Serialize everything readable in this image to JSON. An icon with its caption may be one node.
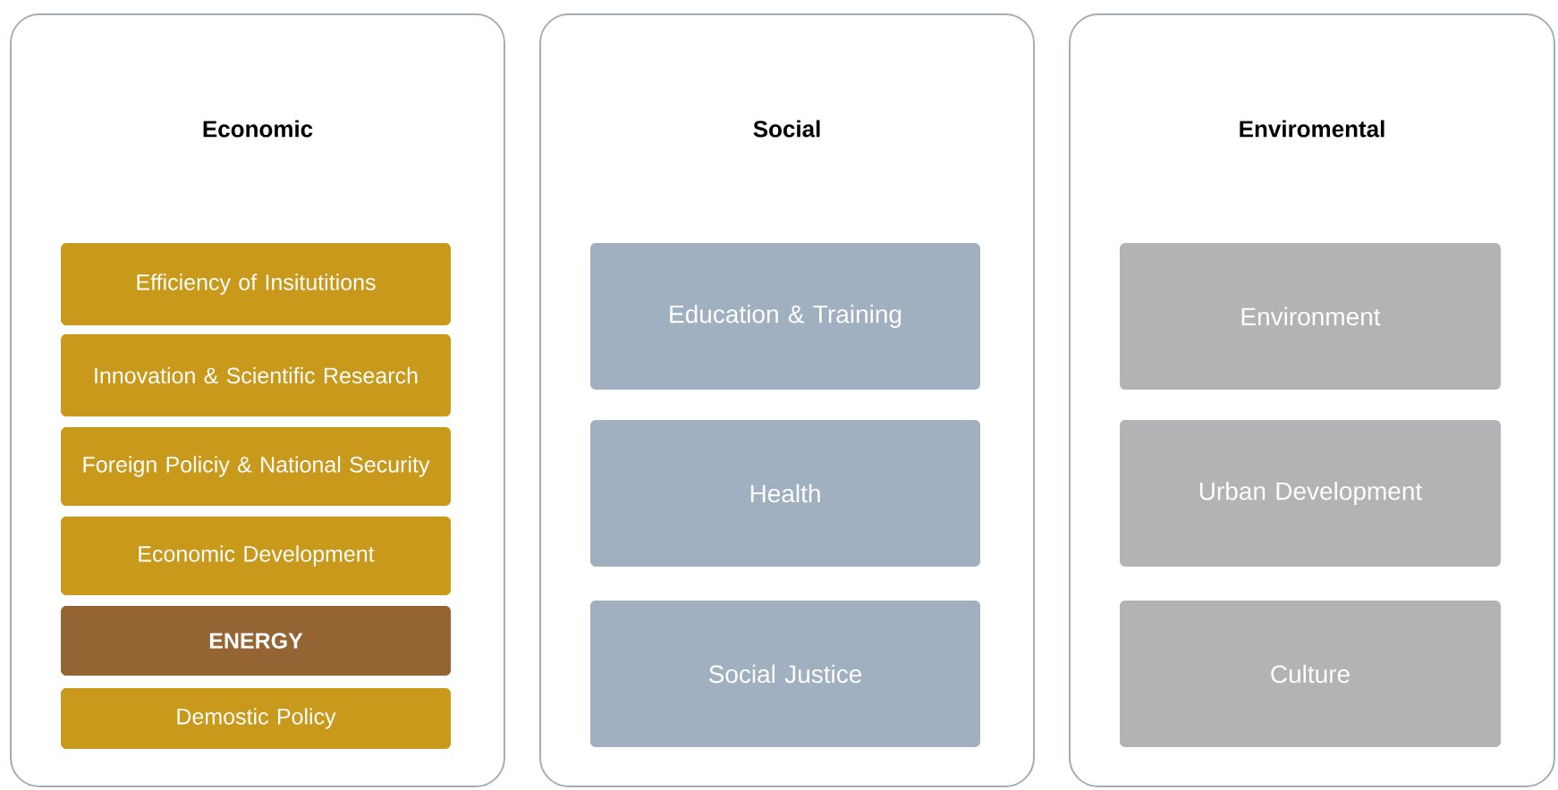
{
  "diagram": {
    "nodes": [
      {
        "text": [
          "Economic"
        ]
      },
      {
        "text": [
          "Efficiency of Insitutitions"
        ],
        "in": 0
      },
      {
        "text": [
          "Innovation & Scientific Research"
        ],
        "in": 0
      },
      {
        "text": [
          "Foreign Policiy & National Security"
        ],
        "in": 0
      },
      {
        "text": [
          "Economic Development"
        ],
        "in": 0
      },
      {
        "text": [
          "ENERGY"
        ],
        "in": 0
      },
      {
        "text": [
          "Demostic Policy"
        ],
        "in": 0
      },
      {
        "text": [
          "Social"
        ]
      },
      {
        "text": [
          "Education & Training"
        ],
        "in": 7
      },
      {
        "text": [
          "Health"
        ],
        "in": 7
      },
      {
        "text": [
          "Social Justice"
        ],
        "in": 7
      },
      {
        "text": [
          "Enviromental"
        ]
      },
      {
        "text": [
          "Environment"
        ],
        "in": 11
      },
      {
        "text": [
          "Urban Development"
        ],
        "in": 11
      },
      {
        "text": [
          "Culture"
        ],
        "in": 11
      }
    ]
  }
}
